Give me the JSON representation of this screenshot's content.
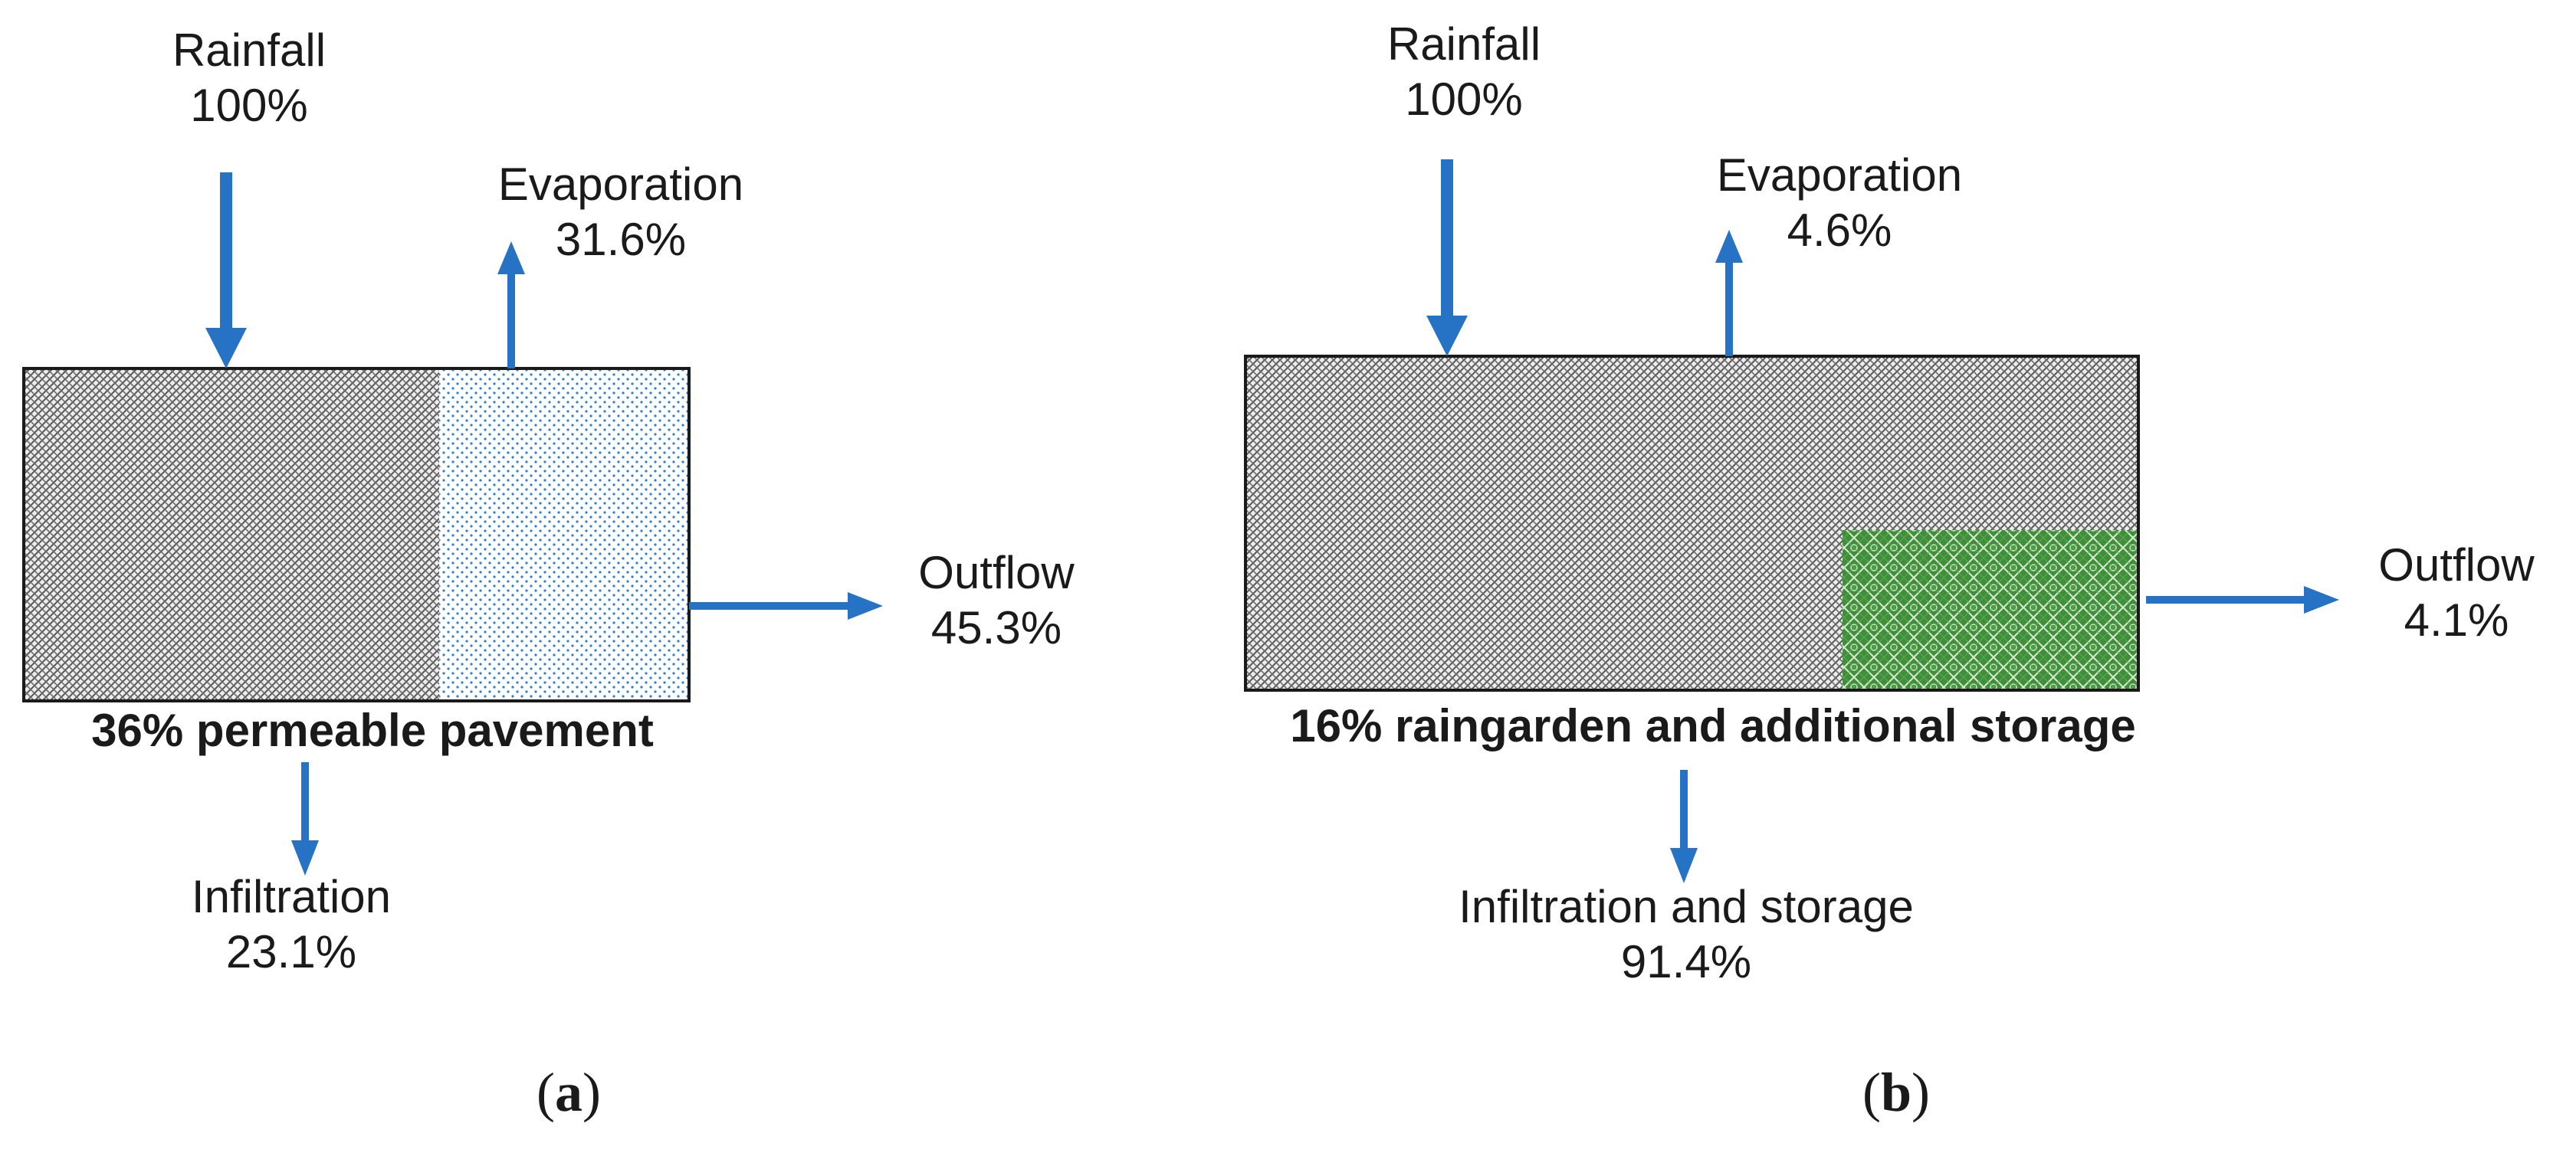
{
  "colors": {
    "arrow": "#2673c6",
    "border": "#1a1a1a",
    "hatch_line": "#5a5a5a",
    "dot": "#2f7fd0",
    "garden": "#3f8f3a"
  },
  "panels": {
    "a": {
      "rainfall": {
        "label": "Rainfall",
        "value": "100%"
      },
      "evaporation": {
        "label": "Evaporation",
        "value": "31.6%"
      },
      "outflow": {
        "label": "Outflow",
        "value": "45.3%"
      },
      "infiltration": {
        "label": "Infiltration",
        "value": "23.1%"
      },
      "caption": "36% permeable pavement",
      "sub_label": {
        "open": "(",
        "letter": "a",
        "close": ")"
      }
    },
    "b": {
      "rainfall": {
        "label": "Rainfall",
        "value": "100%"
      },
      "evaporation": {
        "label": "Evaporation",
        "value": "4.6%"
      },
      "outflow": {
        "label": "Outflow",
        "value": "4.1%"
      },
      "infiltration": {
        "label": "Infiltration and storage",
        "value": "91.4%"
      },
      "caption": "16% raingarden and additional storage",
      "sub_label": {
        "open": "(",
        "letter": "b",
        "close": ")"
      }
    }
  }
}
